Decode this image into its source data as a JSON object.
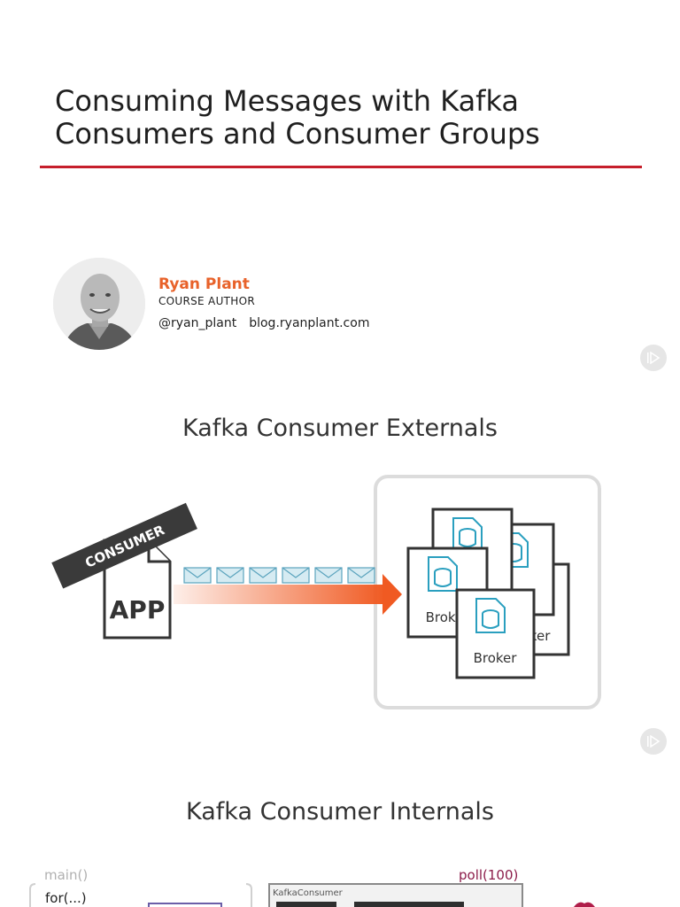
{
  "slide1": {
    "title": "Consuming Messages with Kafka Consumers and Consumer Groups",
    "author": {
      "name": "Ryan Plant",
      "role": "COURSE AUTHOR",
      "handle": "@ryan_plant",
      "blog": "blog.ryanplant.com"
    },
    "colors": {
      "rule": "#c61f2b",
      "author_name": "#e8622a"
    }
  },
  "slide2": {
    "title": "Kafka Consumer Externals",
    "consumer_tag": "CONSUMER",
    "app_label": "APP",
    "broker_label": "Broker",
    "colors": {
      "arrow": "#f05a22",
      "envelope_fill": "#d6ebf2",
      "envelope_stroke": "#5aa3bd",
      "broker_icon": "#2a9fbf"
    }
  },
  "slide3": {
    "title": "Kafka Consumer Internals",
    "main_label": "main()",
    "loop_label": "for(...)",
    "poll_label": "poll(100)",
    "kafka_consumer_label": "KafkaConsumer"
  },
  "icons": {
    "play": "play-icon"
  }
}
